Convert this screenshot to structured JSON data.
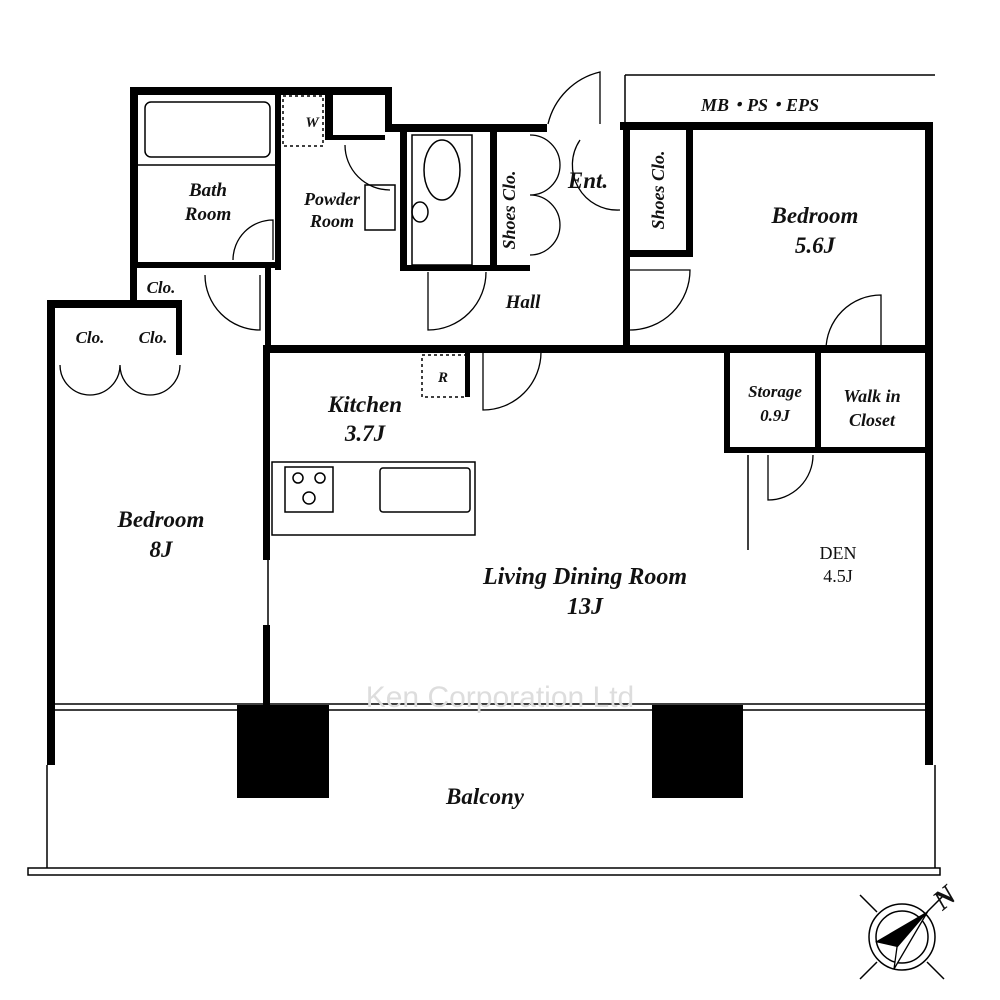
{
  "rooms": {
    "bath": [
      "Bath",
      "Room"
    ],
    "powder": [
      "Powder",
      "Room"
    ],
    "washer": "W",
    "shoes_left": "Shoes Clo.",
    "entrance": "Ent.",
    "shoes_right": "Shoes Clo.",
    "mb_ps_eps": "MB・PS・EPS",
    "bedroom_ne": [
      "Bedroom",
      "5.6J"
    ],
    "clo_small": "Clo.",
    "clo_a": "Clo.",
    "clo_b": "Clo.",
    "hall": "Hall",
    "refrigerator": "R",
    "kitchen": [
      "Kitchen",
      "3.7J"
    ],
    "storage": [
      "Storage",
      "0.9J"
    ],
    "walk_in": [
      "Walk in",
      "Closet"
    ],
    "bedroom_w": [
      "Bedroom",
      "8J"
    ],
    "living": [
      "Living Dining Room",
      "13J"
    ],
    "den": [
      "DEN",
      "4.5J"
    ],
    "balcony": "Balcony"
  },
  "watermark": "Ken Corporation Ltd",
  "compass_label": "N"
}
